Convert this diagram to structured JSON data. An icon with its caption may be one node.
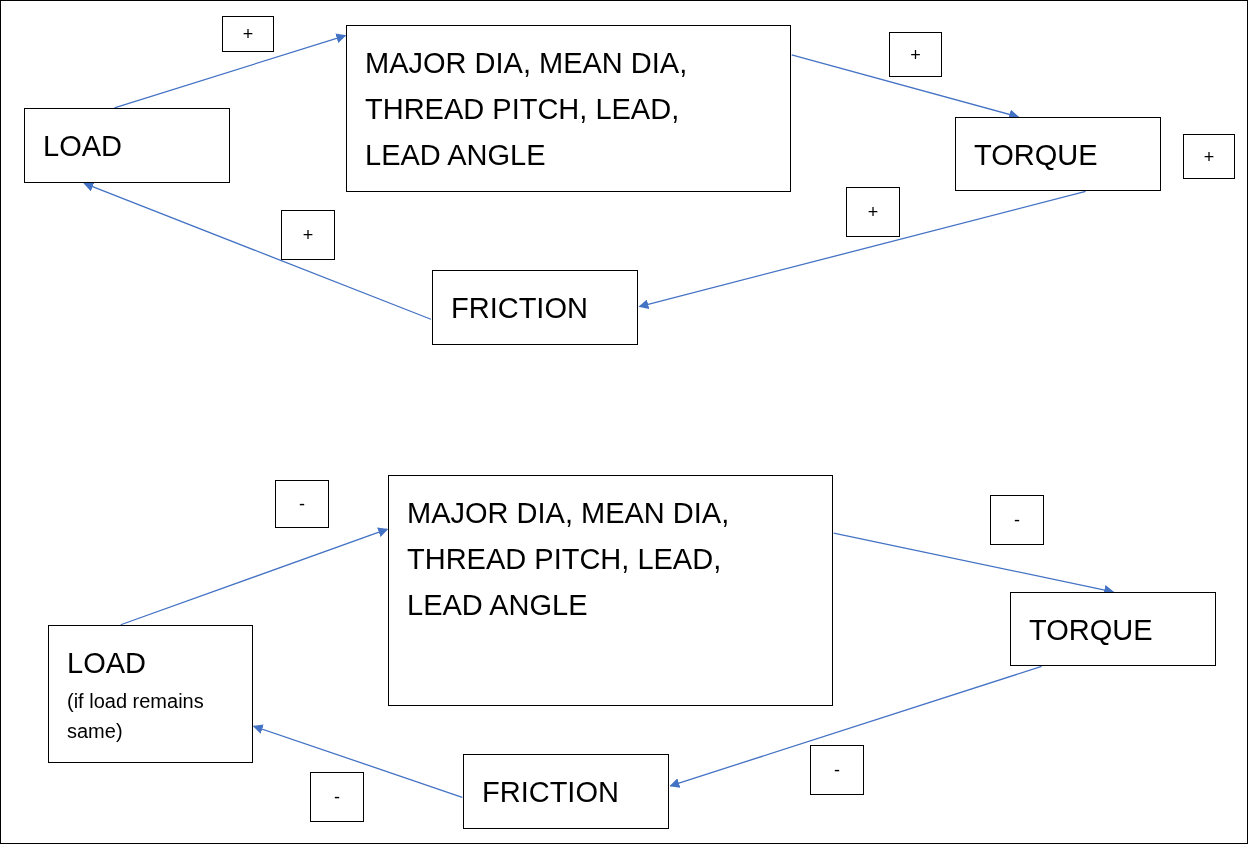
{
  "diagram": {
    "nodes": [
      {
        "text": [
          "LOAD"
        ]
      },
      {
        "text": [
          "MAJOR DIA, MEAN DIA, THREAD PITCH, LEAD, LEAD ANGLE"
        ]
      },
      {
        "text": [
          "TORQUE"
        ]
      },
      {
        "text": [
          "FRICTION"
        ]
      },
      {
        "text": [
          "LOAD",
          "(if load remains same)"
        ]
      },
      {
        "text": [
          "MAJOR DIA, MEAN DIA, THREAD PITCH, LEAD, LEAD ANGLE"
        ]
      },
      {
        "text": [
          "TORQUE"
        ]
      },
      {
        "text": [
          "FRICTION"
        ]
      },
      {
        "text": [
          "+"
        ]
      },
      {
        "text": [
          "+"
        ]
      },
      {
        "text": [
          "+"
        ]
      },
      {
        "text": [
          "+"
        ]
      },
      {
        "text": [
          "+"
        ]
      },
      {
        "text": [
          "-"
        ]
      },
      {
        "text": [
          "-"
        ]
      },
      {
        "text": [
          "-"
        ]
      },
      {
        "text": [
          "-"
        ]
      }
    ],
    "edges": [
      {
        "from": 0,
        "to": 1,
        "arrow": "to"
      },
      {
        "from": 1,
        "to": 2,
        "arrow": "to"
      },
      {
        "from": 2,
        "to": 3,
        "arrow": "to"
      },
      {
        "from": 3,
        "to": 0,
        "arrow": "to"
      },
      {
        "from": 4,
        "to": 5,
        "arrow": "to"
      },
      {
        "from": 5,
        "to": 6,
        "arrow": "to"
      },
      {
        "from": 6,
        "to": 7,
        "arrow": "to"
      },
      {
        "from": 7,
        "to": 4,
        "arrow": "to"
      }
    ]
  }
}
